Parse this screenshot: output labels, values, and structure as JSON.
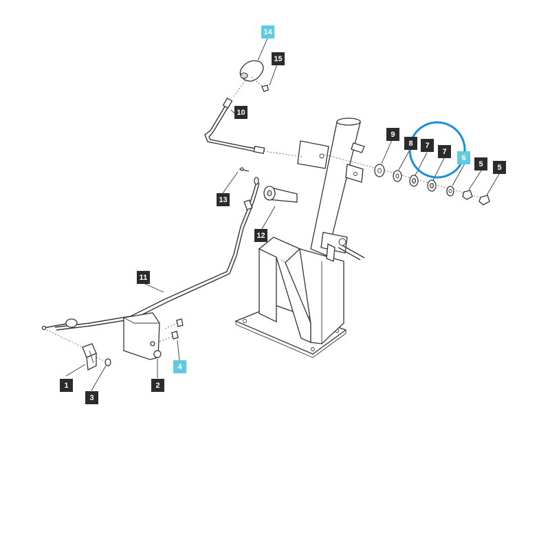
{
  "callouts": [
    {
      "id": "c1",
      "label": "1",
      "highlight": false
    },
    {
      "id": "c2",
      "label": "2",
      "highlight": false
    },
    {
      "id": "c3",
      "label": "3",
      "highlight": false
    },
    {
      "id": "c4",
      "label": "4",
      "highlight": true
    },
    {
      "id": "c5a",
      "label": "5",
      "highlight": false
    },
    {
      "id": "c5b",
      "label": "5",
      "highlight": false
    },
    {
      "id": "c6",
      "label": "6",
      "highlight": true
    },
    {
      "id": "c7a",
      "label": "7",
      "highlight": false
    },
    {
      "id": "c7b",
      "label": "7",
      "highlight": false
    },
    {
      "id": "c8",
      "label": "8",
      "highlight": false
    },
    {
      "id": "c9",
      "label": "9",
      "highlight": false
    },
    {
      "id": "c10",
      "label": "10",
      "highlight": false
    },
    {
      "id": "c11",
      "label": "11",
      "highlight": false
    },
    {
      "id": "c12",
      "label": "12",
      "highlight": false
    },
    {
      "id": "c13",
      "label": "13",
      "highlight": false
    },
    {
      "id": "c14",
      "label": "14",
      "highlight": true
    },
    {
      "id": "c15",
      "label": "15",
      "highlight": false
    }
  ],
  "colors": {
    "tag_dark": "#2b2b2b",
    "tag_highlight": "#5ecbe0",
    "circle_highlight": "#1a8fd8",
    "line": "#333333"
  }
}
